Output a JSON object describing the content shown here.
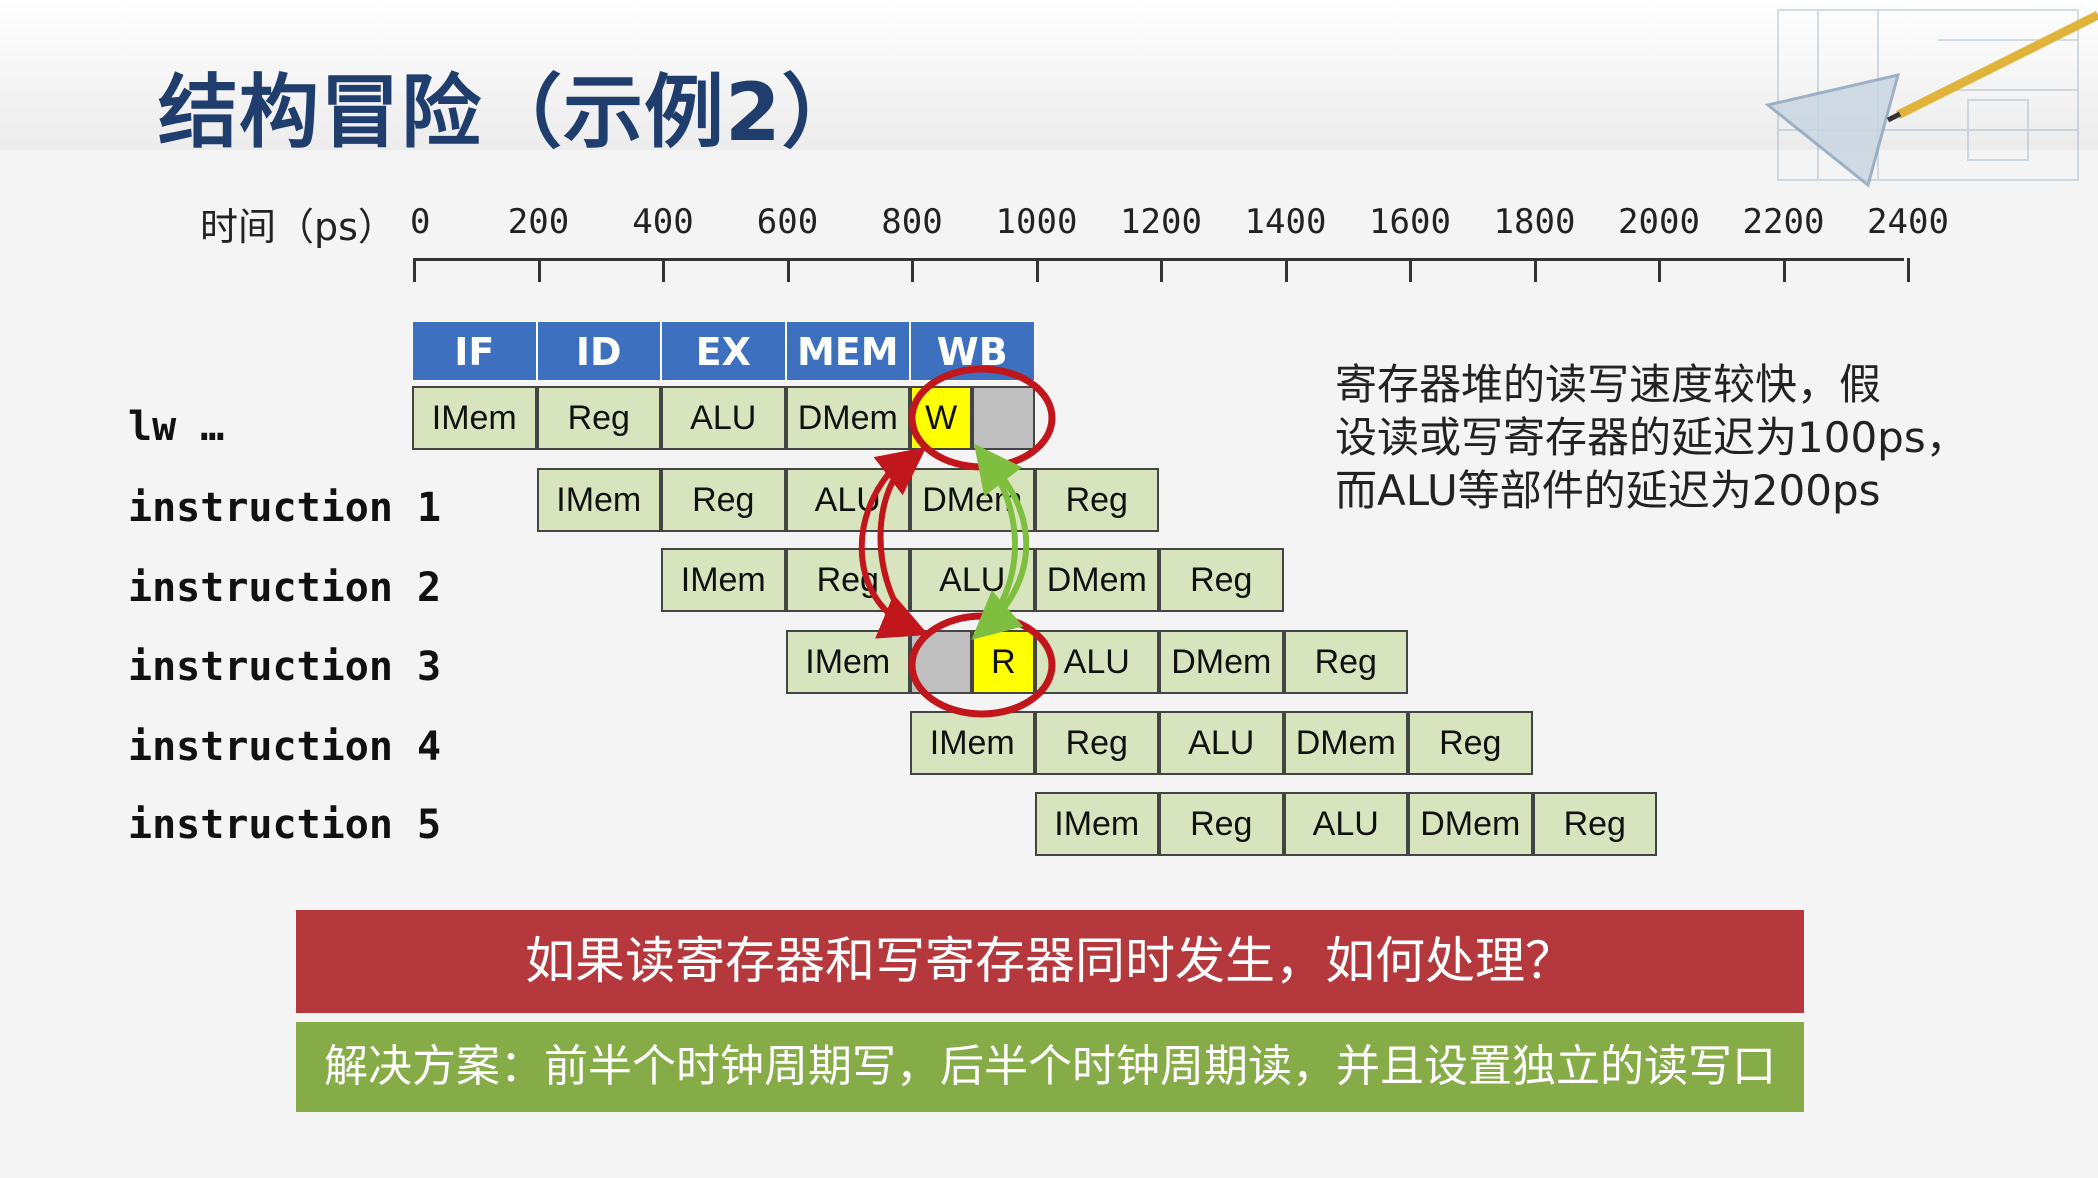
{
  "slide": {
    "title": "结构冒险（示例2）"
  },
  "axis": {
    "label": "时间（ps）",
    "ticks": [
      "0",
      "200",
      "400",
      "600",
      "800",
      "1000",
      "1200",
      "1400",
      "1600",
      "1800",
      "2000",
      "2200",
      "2400"
    ]
  },
  "stage_headers": [
    "IF",
    "ID",
    "EX",
    "MEM",
    "WB"
  ],
  "instructions": [
    {
      "label": "lw …",
      "cells": [
        "IMem",
        "Reg",
        "ALU",
        "DMem",
        "W",
        ""
      ]
    },
    {
      "label": "instruction 1",
      "cells": [
        "IMem",
        "Reg",
        "ALU",
        "DMem",
        "Reg"
      ]
    },
    {
      "label": "instruction 2",
      "cells": [
        "IMem",
        "Reg",
        "ALU",
        "DMem",
        "Reg"
      ]
    },
    {
      "label": "instruction 3",
      "cells": [
        "IMem",
        "",
        "R",
        "ALU",
        "DMem",
        "Reg"
      ]
    },
    {
      "label": "instruction 4",
      "cells": [
        "IMem",
        "Reg",
        "ALU",
        "DMem",
        "Reg"
      ]
    },
    {
      "label": "instruction 5",
      "cells": [
        "IMem",
        "Reg",
        "ALU",
        "DMem",
        "Reg"
      ]
    }
  ],
  "note": {
    "lines": [
      "寄存器堆的读写速度较快，假",
      "设读或写寄存器的延迟为100ps，",
      "而ALU等部件的延迟为200ps"
    ]
  },
  "question": "如果读寄存器和写寄存器同时发生，如何处理？",
  "solution": "解决方案：前半个时钟周期写，后半个时钟周期读，并且设置独立的读写口",
  "colors": {
    "title": "#1f3e6e",
    "stage_header": "#3d71bf",
    "cell": "#d7e4bd",
    "highlight": "#ffff00",
    "empty_half": "#bfbfbf",
    "circle": "#c0161c",
    "arrow_green": "#7fbf3f",
    "question_bar": "#b5393c",
    "solution_bar": "#86ac48"
  }
}
